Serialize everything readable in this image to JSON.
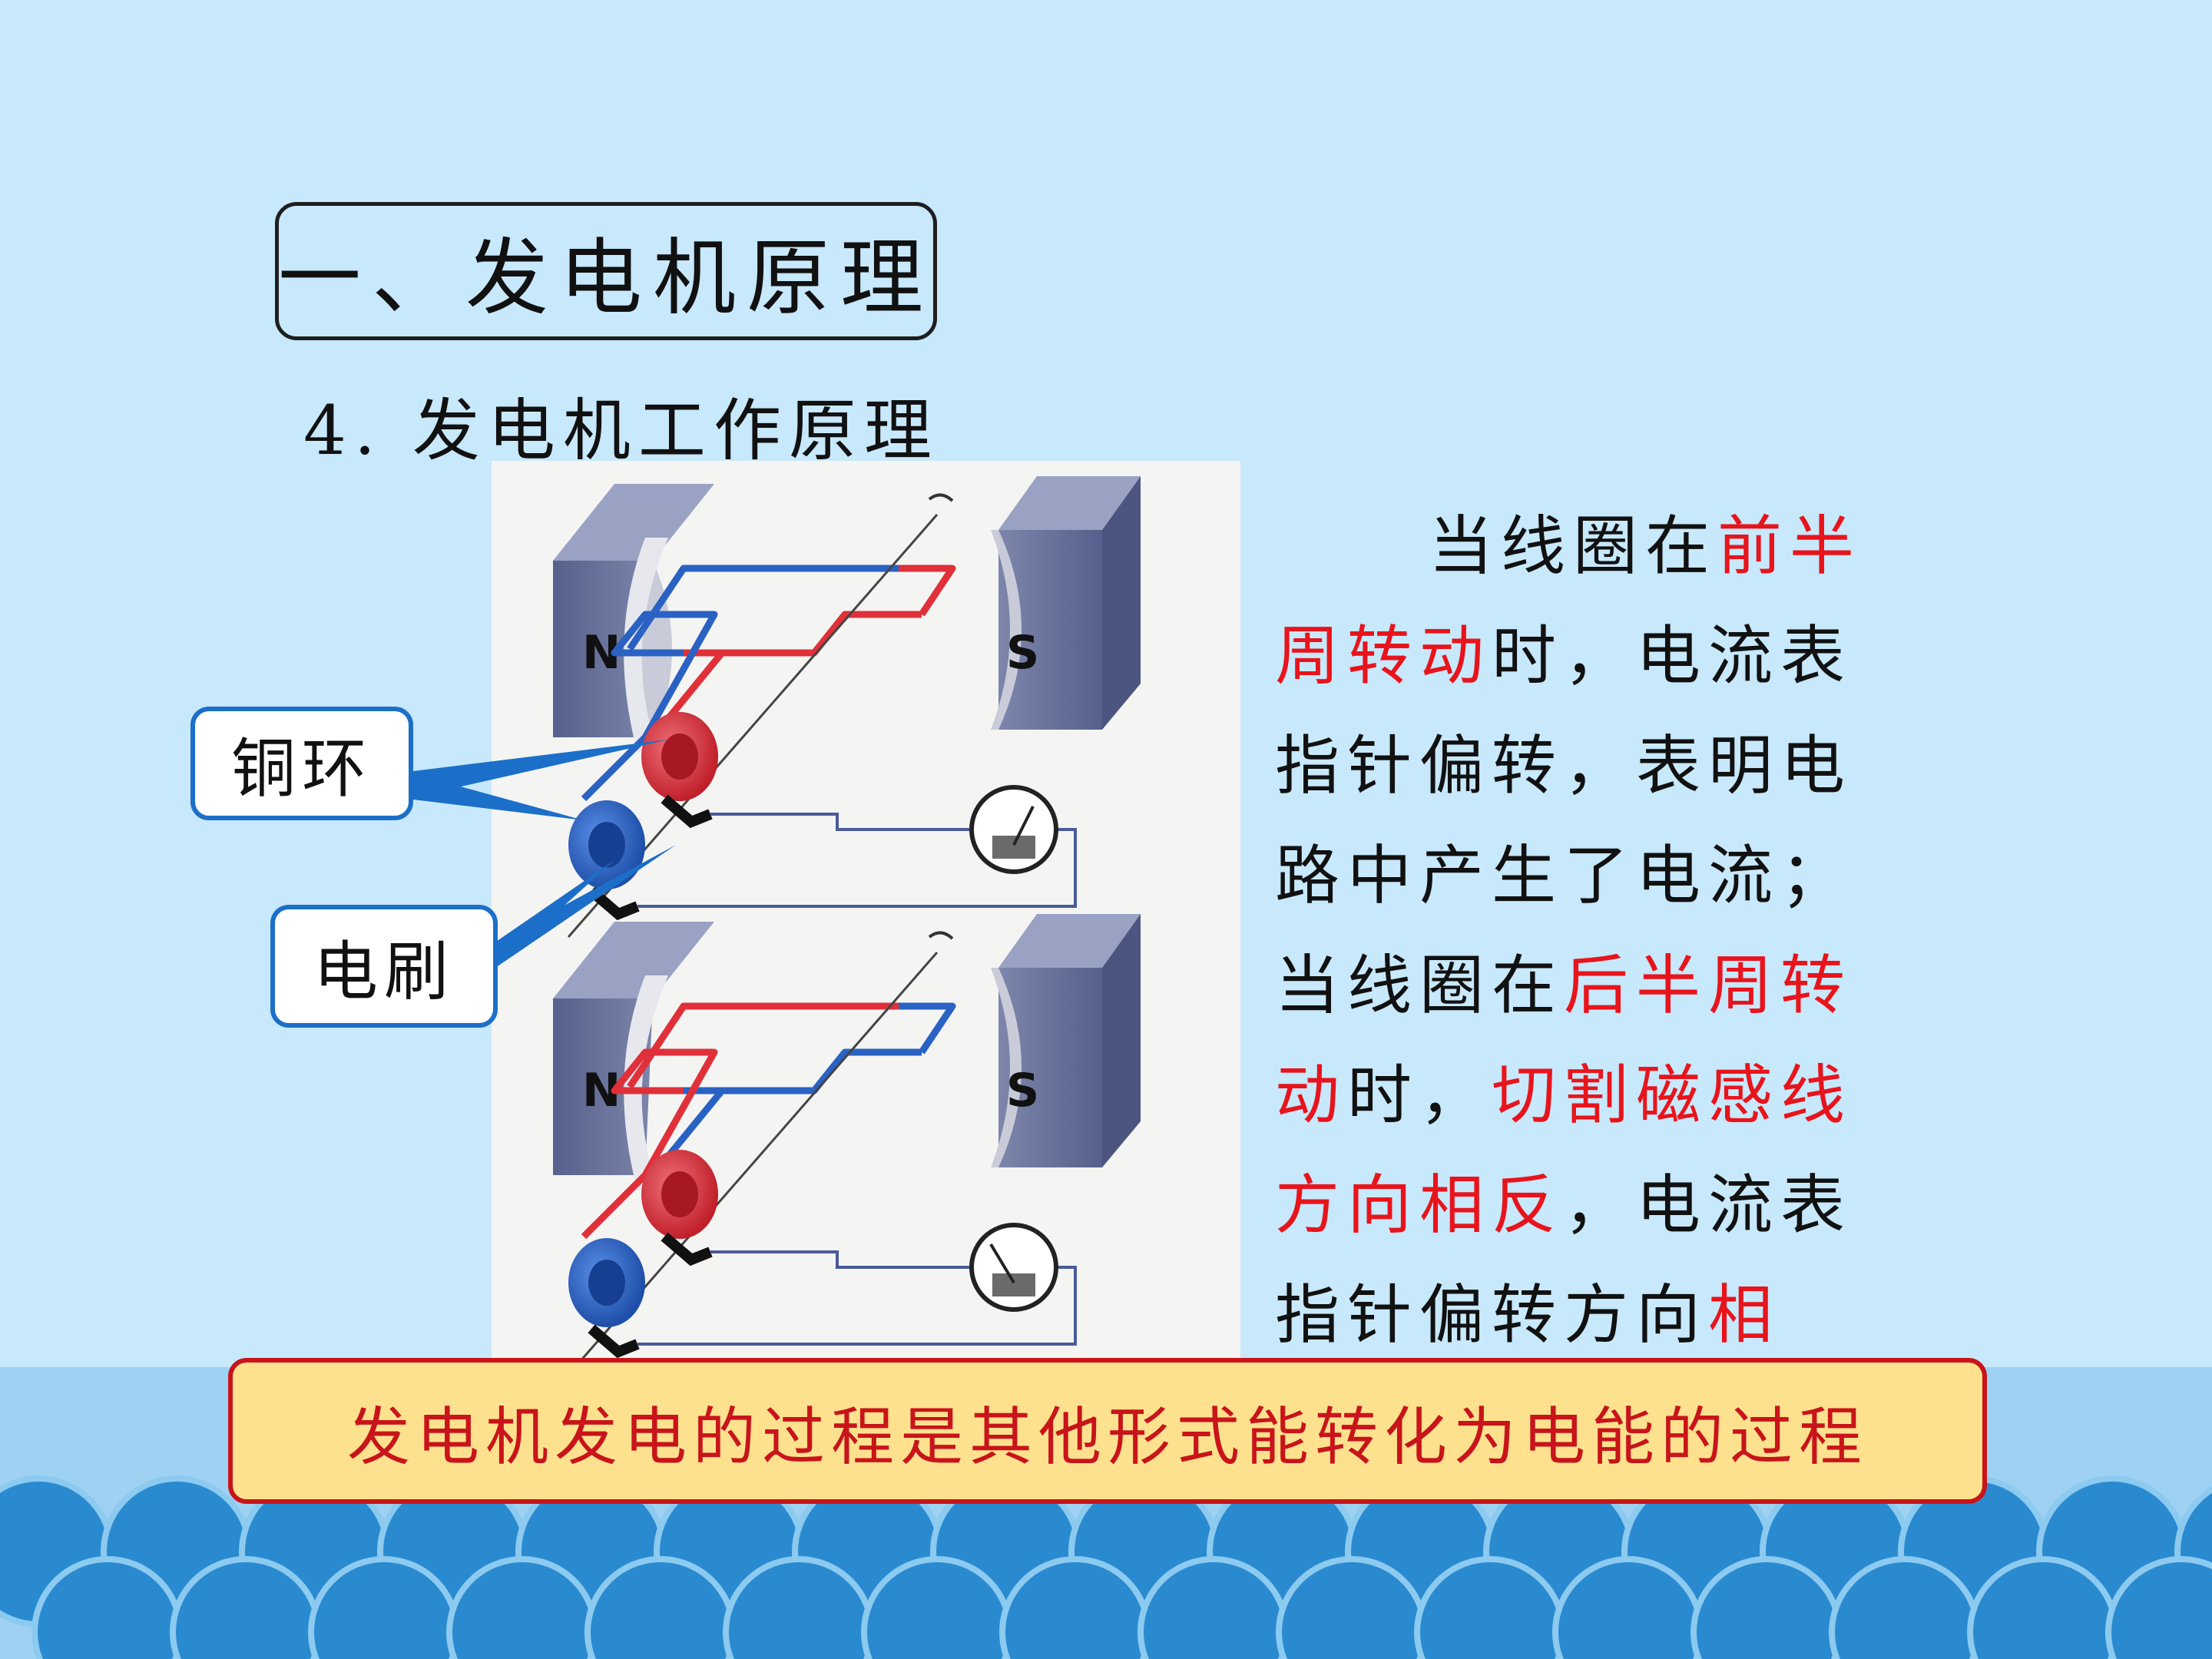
{
  "title": "一、发电机原理",
  "subtitle": "4. 发电机工作原理",
  "callouts": {
    "tonghuan": "铜环",
    "dianshua": "电刷"
  },
  "diagram": {
    "top": {
      "magnet_left_label": "N",
      "magnet_right_label": "S"
    },
    "bottom": {
      "magnet_left_label": "N",
      "magnet_right_label": "S"
    }
  },
  "description": {
    "l1a": "当线圈在",
    "l1b": "前半",
    "l2a": "周转动",
    "l2b": "时，电流表",
    "l3": "指针偏转，表明电",
    "l4": "路中产生了电流；",
    "l5a": "当线圈在",
    "l5b": "后半周转",
    "l6a": "动",
    "l6b": "时，",
    "l6c": "切割磁感线",
    "l7a": "方向相反",
    "l7b": "，电流表",
    "l8a": "指针偏转方向",
    "l8b": "相反",
    "l8c": "。"
  },
  "conclusion": "发电机发电的过程是其他形式能转化为电能的过程",
  "colors": {
    "background": "#c8e8fb",
    "highlight_red": "#e8141c",
    "callout_border": "#1c6fc8",
    "conclusion_fill": "#fee18e",
    "wave_dark": "#2a8ad0",
    "wave_light": "#8ccaf0",
    "coil_red": "#e0303a",
    "coil_blue": "#2563c8",
    "magnet": "#5f6a96"
  }
}
